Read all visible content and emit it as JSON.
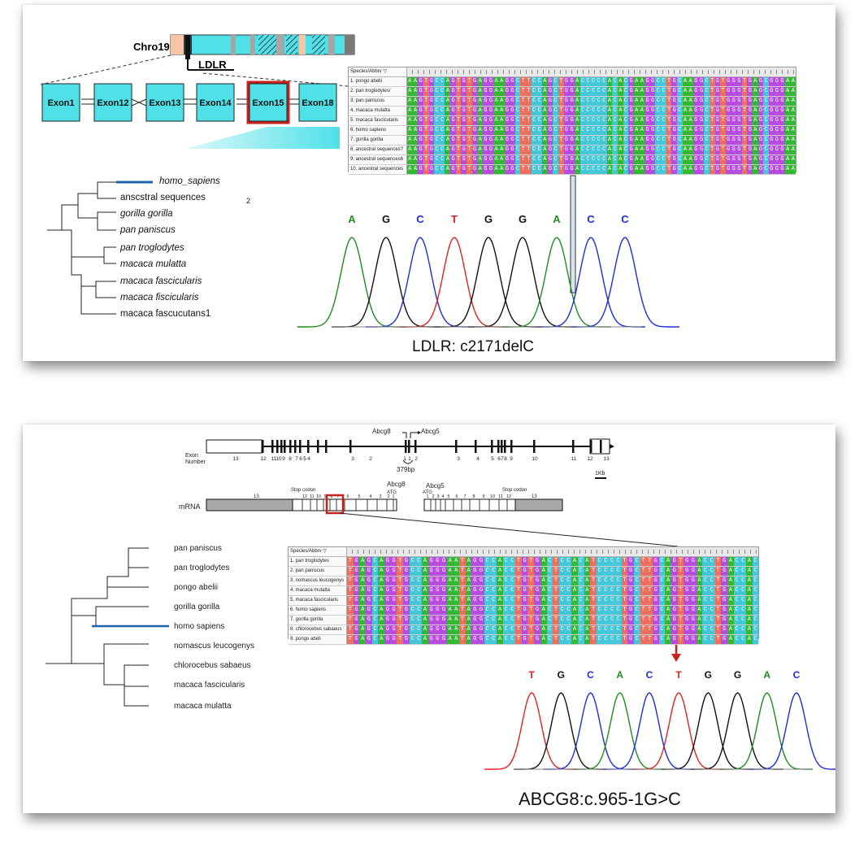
{
  "top_panel": {
    "chromosome_label": "Chro19",
    "gene_label": "LDLR",
    "exons": [
      "Exon1",
      "Exon12",
      "Exon13",
      "Exon14",
      "Exon15",
      "Exon18"
    ],
    "highlighted_exon": "Exon15",
    "alignment": {
      "header": "Species/Abbrv",
      "species": [
        "1. pongo abelii",
        "2. pan troglodytes/",
        "3. pan paniscus",
        "4. macaca mulatta",
        "5. macaca fascicularis",
        "6. homo sapiens",
        "7. gorilla gorilla",
        "8. ancestral sequences?",
        "9. ancestral sequences6",
        "10. ancestral sequences"
      ],
      "sequence": "AAGTGCCAGTGTGAGGAAGGCTTCCAGCTGGACCCCCACACGAAGGCCTGCAAGGCTGTGGGTGAGCGGGAA"
    },
    "tree_leaves": [
      "homo_sapiens",
      "anscstral sequences",
      "gorilla gorilla",
      "pan paniscus",
      "pan troglodytes",
      "macaca mulatta",
      "macaca fascicularis",
      "macaca fiscicularis",
      "macaca fascucutans1"
    ],
    "tree_leaf_subscript": "2",
    "chromatogram_bases": [
      "A",
      "G",
      "C",
      "T",
      "G",
      "G",
      "A",
      "C",
      "C"
    ],
    "mutation_label": "LDLR: c2171delC"
  },
  "bottom_panel": {
    "exon_row_label": "Exon Number",
    "exon_numbers": [
      "13",
      "12",
      "11",
      "10",
      "9",
      "8",
      "7",
      "6",
      "5",
      "4",
      "3",
      "2",
      "1",
      "1",
      "2",
      "3",
      "4",
      "5",
      "6",
      "7",
      "8",
      "9",
      "10",
      "11",
      "12",
      "13"
    ],
    "gene_left": "Abcg8",
    "gene_right": "Abcg5",
    "intergenic_label": "379bp",
    "scale_label": "1Kb",
    "mrna_label": "mRNA",
    "mrna_left": {
      "gene": "Abcg8",
      "stop": "Stop codon",
      "start": "ATG",
      "numbers": [
        "13",
        "12",
        "11",
        "10",
        "9",
        "8",
        "7",
        "6",
        "5",
        "4",
        "3",
        "2",
        "1"
      ]
    },
    "mrna_right": {
      "gene": "Abcg5",
      "start": "ATG",
      "stop": "Stop codon",
      "numbers": [
        "1",
        "2",
        "3",
        "4",
        "5",
        "6",
        "7",
        "8",
        "9",
        "10",
        "11",
        "12",
        "13"
      ]
    },
    "alignment": {
      "header": "Species/Abbrv",
      "species": [
        "1. pan troglodytes",
        "2. pan paniscus",
        "3. nomascus leucogenys",
        "4. macaca mulatta",
        "5. macaca fascicularis",
        "6. homo sapiens",
        "7. gorilla gorilla",
        "8. chlorocebus sabaeus",
        "9. pongo abeli"
      ],
      "sequence": "TGAGCAGGTGCCAGGGAATAGGCCACCTGTGACTCCACATCCCCTGCTTGCAGTGGACCTGACCAC"
    },
    "tree_leaves": [
      "pan paniscus",
      "pan troglodytes",
      "pongo abelii",
      "gorilla gorilla",
      "homo sapiens",
      "nomascus leucogenys",
      "chlorocebus sabaeus",
      "macaca fascicularis",
      "macaca mulatta"
    ],
    "chromatogram_bases": [
      "T",
      "G",
      "C",
      "A",
      "C",
      "T",
      "G",
      "G",
      "A",
      "C"
    ],
    "mutation_label": "ABCG8:c.965-1G>C"
  },
  "colors": {
    "A": "#1e8c1e",
    "G": "#111111",
    "C": "#1c2be0",
    "T": "#e32020",
    "exon_fill": "#4fe0e8",
    "highlight": "#c8201a",
    "branch_highlight": "#1f63b0"
  }
}
